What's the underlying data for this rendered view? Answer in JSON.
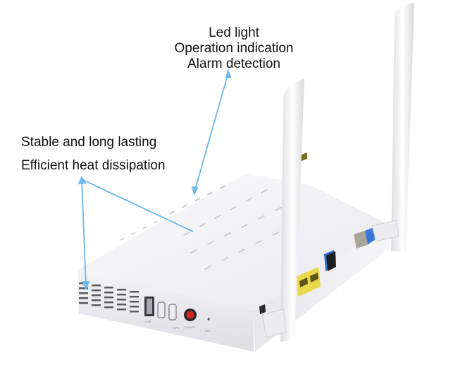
{
  "product": {
    "name": "Dual-antenna white router / ONU",
    "body_color": "#f3f3f5",
    "accent_callout_color": "#6cb8ea"
  },
  "callouts": {
    "top": {
      "lines": [
        "Led light",
        "Operation indication",
        "Alarm detection"
      ]
    },
    "left": {
      "lines": [
        "Stable and long lasting",
        "Efficient heat dissipation"
      ]
    }
  },
  "front_panel": {
    "port_labels": [
      "USB",
      "WPS",
      "ON/OFF",
      "RST"
    ],
    "power_button_color": "#d42424"
  },
  "side_panel": {
    "lan_ports_color": "#e9d84a",
    "fiber_port_color": "#2f6fd8",
    "coax_connector": "F-type"
  }
}
